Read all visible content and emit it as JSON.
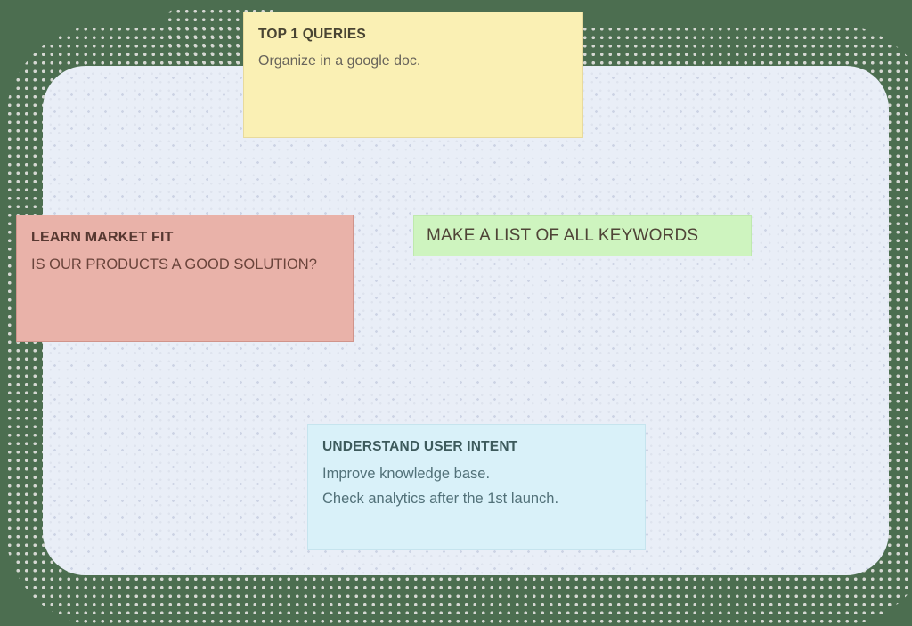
{
  "board": {
    "background_color": "#4c6e50",
    "halo_dot_color": "#d6d8d3",
    "canvas_color": "#e9eef7",
    "canvas_dot_color": "#ccd3e4"
  },
  "notes": [
    {
      "id": "top-1-queries",
      "color": "#faf0b4",
      "border_color": "#e8da9d",
      "title": "TOP 1 QUERIES",
      "lines": [
        "Organize in a google doc."
      ]
    },
    {
      "id": "learn-market-fit",
      "color": "#e9b2a9",
      "border_color": "#d0948b",
      "title": "LEARN MARKET FIT",
      "lines": [
        "IS OUR PRODUCTS A GOOD SOLUTION?"
      ]
    },
    {
      "id": "make-a-list-of-all-keywords",
      "color": "#cef4bf",
      "border_color": "#bfe9ae",
      "title": "",
      "lines": [
        "MAKE A LIST OF ALL KEYWORDS"
      ]
    },
    {
      "id": "understand-user-intent",
      "color": "#d9f1f9",
      "border_color": "#c6e4ee",
      "title": "UNDERSTAND USER INTENT",
      "lines": [
        "Improve knowledge base.",
        "Check analytics after the 1st launch."
      ]
    }
  ]
}
